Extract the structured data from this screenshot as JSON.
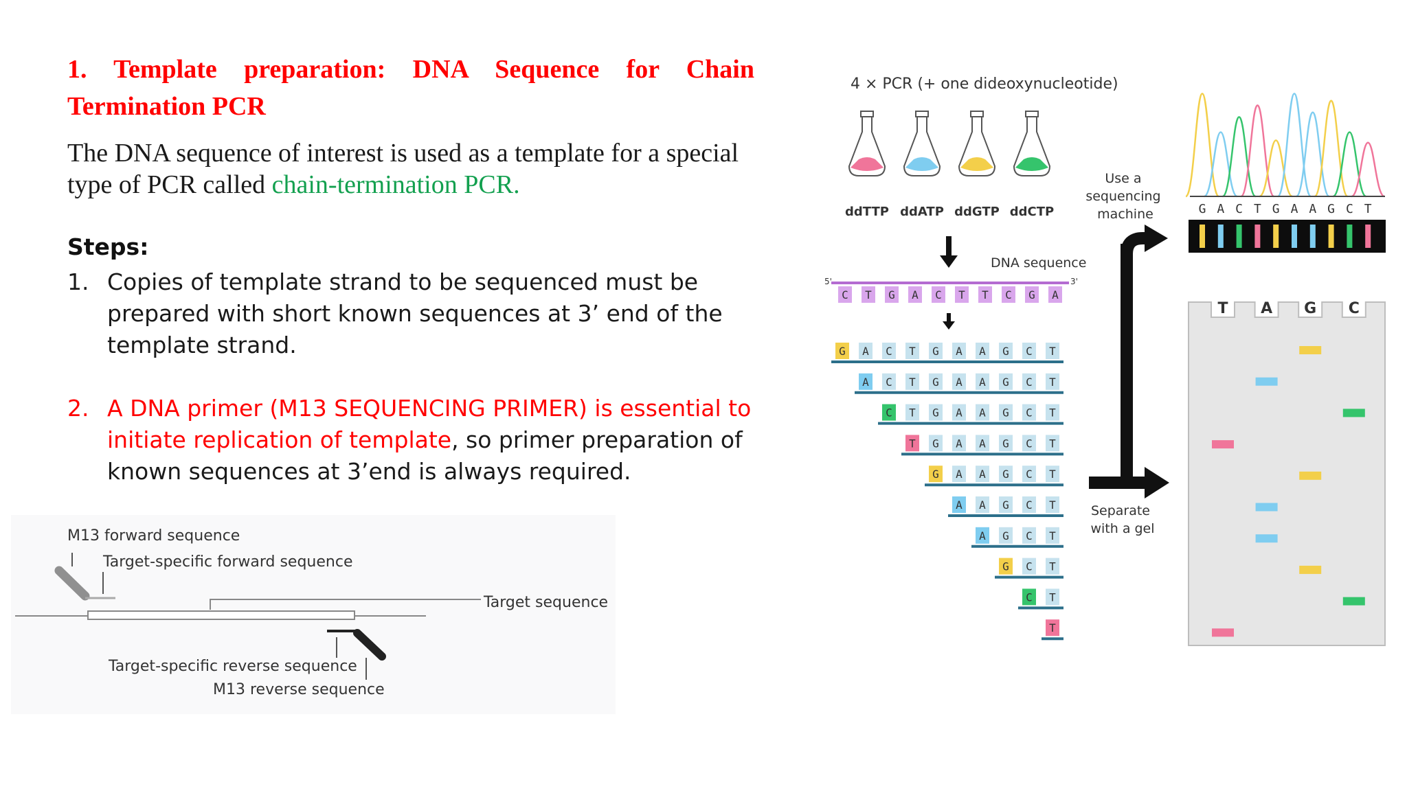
{
  "slide": {
    "heading": "1.  Template preparation: DNA Sequence for Chain Termination PCR",
    "intro_text": "The DNA sequence of interest is used as a template for a special type of PCR called ",
    "intro_highlight": "chain-termination PCR.",
    "steps_title": "Steps:",
    "steps": [
      {
        "number": "1.",
        "text": "Copies of template strand to be sequenced must be prepared with short known sequences at 3’ end of the template strand."
      },
      {
        "number": "2.",
        "text_red": "A DNA primer (M13 SEQUENCING PRIMER) is essential to initiate replication of template",
        "text_rest": ", so primer preparation of known sequences at 3’end is always required."
      }
    ]
  },
  "primer_diagram": {
    "m13_forward": "M13 forward sequence",
    "target_forward": "Target-specific forward sequence",
    "target_sequence": "Target sequence",
    "target_reverse": "Target-specific reverse sequence",
    "m13_reverse": "M13 reverse sequence"
  },
  "sanger_diagram": {
    "pcr_title": "4 × PCR (+ one dideoxynucleotide)",
    "flasks": [
      {
        "label": "ddTTP",
        "color": "#f0759a"
      },
      {
        "label": "ddATP",
        "color": "#7fcdf0"
      },
      {
        "label": "ddGTP",
        "color": "#f3cf4a"
      },
      {
        "label": "ddCTP",
        "color": "#35c46c"
      }
    ],
    "dna_sequence_label": "DNA sequence",
    "five_prime": "5'",
    "three_prime": "3'",
    "template": [
      "C",
      "T",
      "G",
      "A",
      "C",
      "T",
      "T",
      "C",
      "G",
      "A"
    ],
    "fragments": [
      "GACTGAAGCT",
      "ACTGAAGCT",
      "CTGAAGCT",
      "TGAAGCT",
      "GAAGCT",
      "AAGCT",
      "AGCT",
      "GCT",
      "CT",
      "T"
    ],
    "machine_label": [
      "Use a",
      "sequencing",
      "machine"
    ],
    "gel_label": [
      "Separate",
      "with a gel"
    ],
    "readout": [
      "G",
      "A",
      "C",
      "T",
      "G",
      "A",
      "A",
      "G",
      "C",
      "T"
    ],
    "gel_lanes": [
      "T",
      "A",
      "G",
      "C"
    ],
    "base_colors": {
      "G": "#f3cf4a",
      "A": "#7fcdf0",
      "C": "#35c46c",
      "T": "#f0759a"
    },
    "chromatogram_peaks": [
      0.88,
      0.55,
      0.68,
      0.78,
      0.48,
      0.88,
      0.72,
      0.82,
      0.55,
      0.46
    ]
  }
}
